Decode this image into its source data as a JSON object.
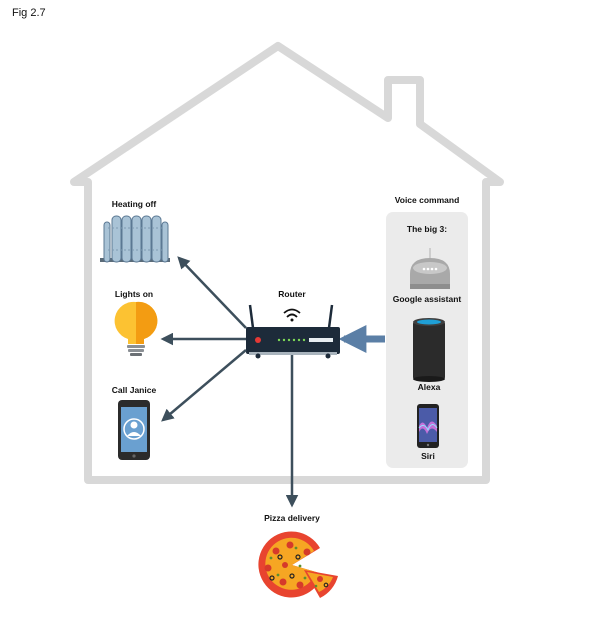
{
  "figure_label": "Fig 2.7",
  "devices": {
    "heating": "Heating off",
    "lights": "Lights on",
    "phone": "Call Janice",
    "pizza": "Pizza delivery"
  },
  "router": {
    "label": "Router"
  },
  "voice": {
    "title": "Voice command",
    "subtitle": "The big 3:",
    "assistants": [
      "Google assistant",
      "Alexa",
      "Siri"
    ]
  },
  "colors": {
    "house_outline": "#d8d8d8",
    "panel": "#ebebeb",
    "arrow": "#3d4f5c",
    "input_arrow": "#5b7fa6",
    "router_body": "#1d2b3a",
    "bulb": "#f9b21b",
    "radiator": "#a9c3d6",
    "pizza_crust": "#e8442f",
    "pizza_cheese": "#f6a623"
  },
  "icons": [
    "radiator-icon",
    "light-bulb-icon",
    "phone-icon",
    "router-icon",
    "google-home-icon",
    "alexa-echo-icon",
    "siri-phone-icon",
    "pizza-icon"
  ]
}
